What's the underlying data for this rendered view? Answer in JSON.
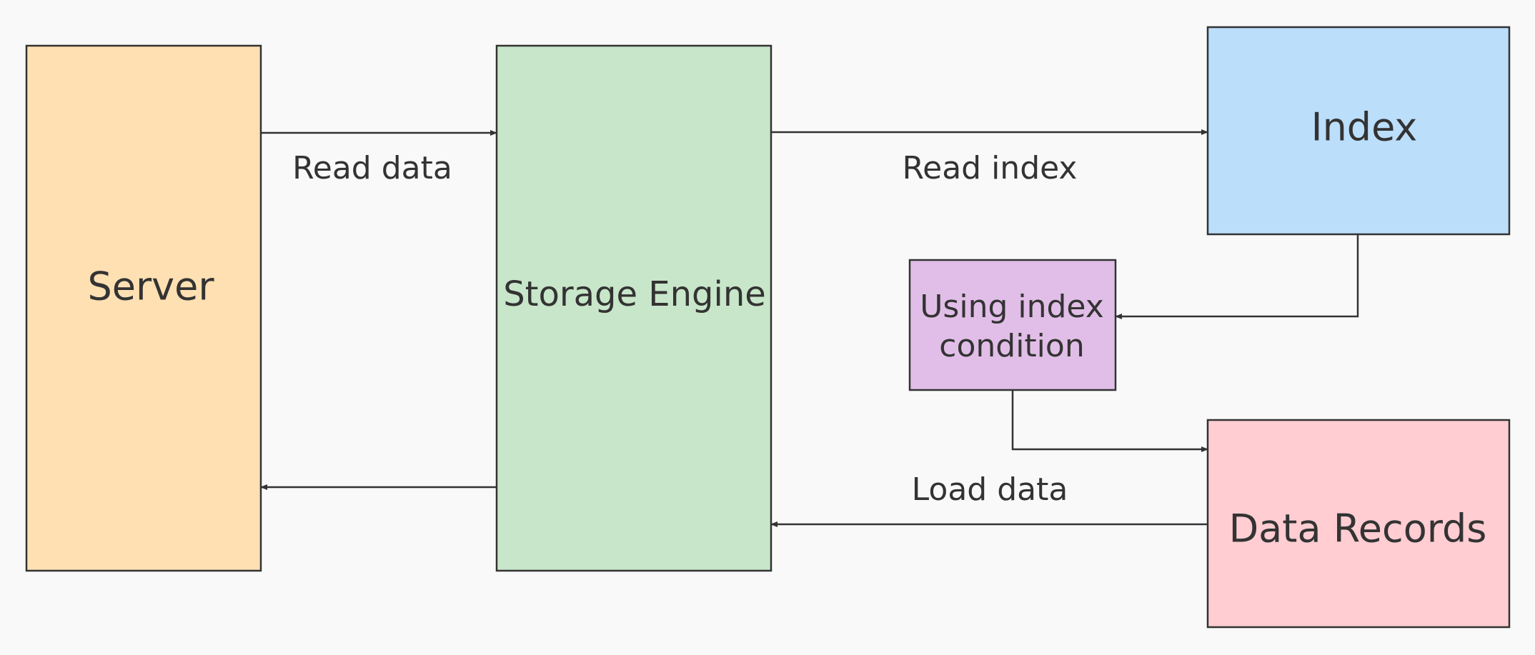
{
  "nodes": {
    "server": {
      "label": "Server",
      "color": "#ffe0b2"
    },
    "storage_engine": {
      "label": "Storage Engine",
      "color": "#c8e6c9"
    },
    "index": {
      "label": "Index",
      "color": "#bbdefb"
    },
    "using_index_condition": {
      "label_line1": "Using index",
      "label_line2": "condition",
      "color": "#e1bee7"
    },
    "data_records": {
      "label": "Data Records",
      "color": "#ffcdd2"
    }
  },
  "edges": {
    "read_data": {
      "label": "Read data"
    },
    "read_index": {
      "label": "Read index"
    },
    "load_data": {
      "label": "Load data"
    }
  }
}
